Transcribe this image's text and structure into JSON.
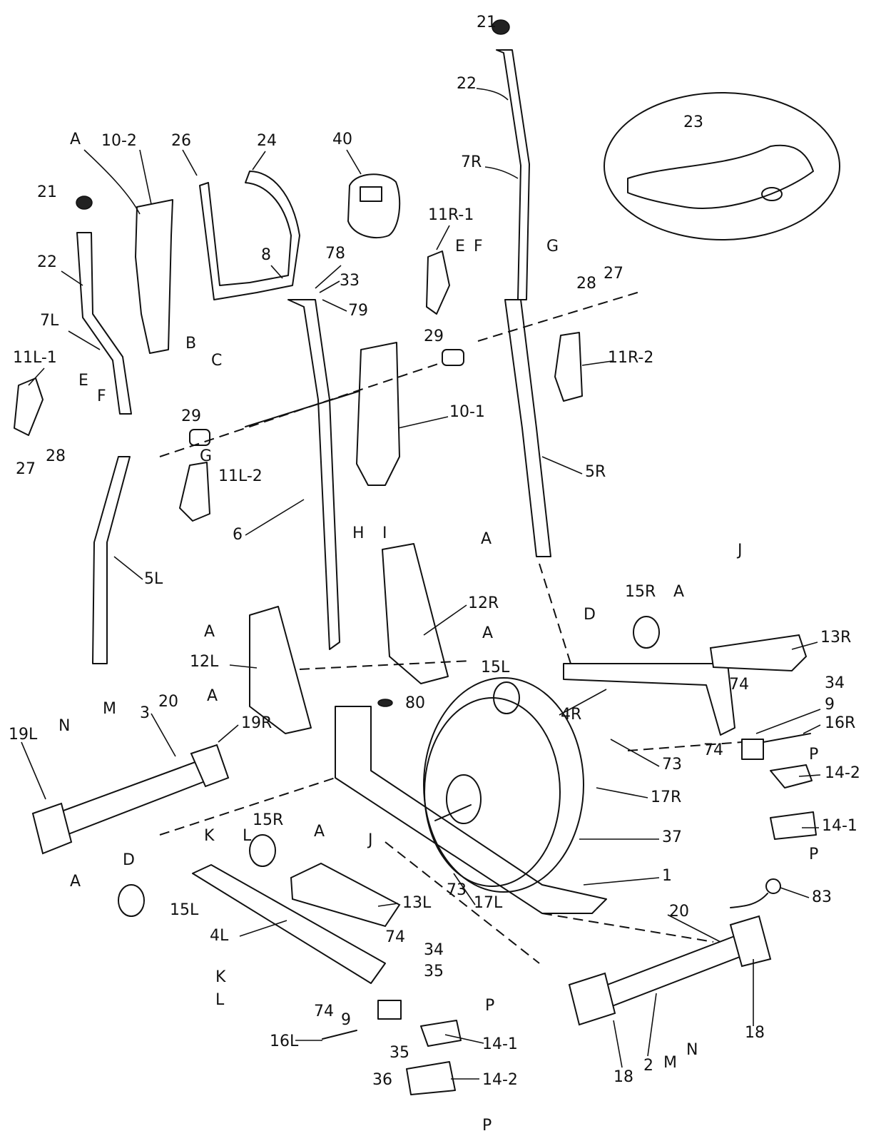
{
  "diagram": {
    "labels": [
      "21",
      "22",
      "23",
      "7R",
      "40",
      "24",
      "26",
      "10-2",
      "A",
      "21",
      "22",
      "11R-1",
      "E",
      "F",
      "G",
      "28",
      "27",
      "8",
      "78",
      "33",
      "79",
      "B",
      "C",
      "7L",
      "11L-1",
      "E",
      "F",
      "29",
      "11R-2",
      "29",
      "10-1",
      "27",
      "28",
      "G",
      "11L-2",
      "5R",
      "5L",
      "6",
      "H",
      "I",
      "A",
      "12R",
      "D",
      "15R",
      "A",
      "J",
      "13R",
      "A",
      "12L",
      "A",
      "15L",
      "34",
      "74",
      "9",
      "16R",
      "4R",
      "74",
      "A",
      "80",
      "3",
      "20",
      "19R",
      "19L",
      "N",
      "M",
      "P",
      "14-2",
      "73",
      "17R",
      "37",
      "14-1",
      "P",
      "1",
      "15R",
      "A",
      "J",
      "K",
      "L",
      "D",
      "A",
      "15L",
      "13L",
      "73",
      "17L",
      "83",
      "20",
      "4L",
      "74",
      "34",
      "35",
      "K",
      "L",
      "74",
      "9",
      "P",
      "14-1",
      "16L",
      "35",
      "36",
      "14-2",
      "P",
      "18",
      "18",
      "2",
      "M",
      "N"
    ]
  }
}
